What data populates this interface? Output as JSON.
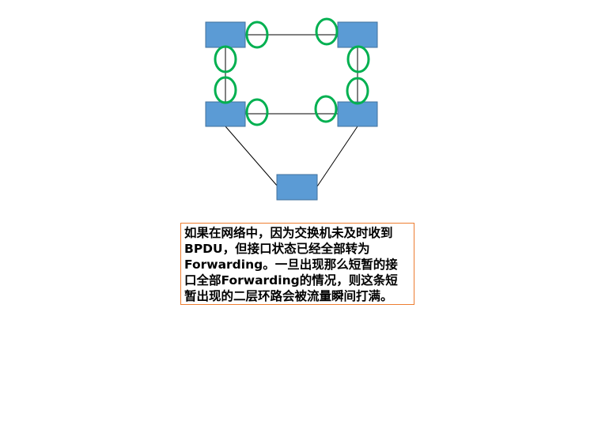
{
  "colors": {
    "switch_fill": "#5b9bd5",
    "port_marker": "#00b050",
    "link": "#000000",
    "note_border": "#ed7d31"
  },
  "diagram": {
    "nodes": [
      {
        "id": "switch-top-left",
        "shape": "rectangle"
      },
      {
        "id": "switch-top-right",
        "shape": "rectangle"
      },
      {
        "id": "switch-mid-left",
        "shape": "rectangle"
      },
      {
        "id": "switch-mid-right",
        "shape": "rectangle"
      },
      {
        "id": "switch-bottom",
        "shape": "rectangle"
      }
    ],
    "links": [
      {
        "from": "switch-top-left",
        "to": "switch-top-right",
        "marked_ports": 2
      },
      {
        "from": "switch-top-left",
        "to": "switch-mid-left",
        "marked_ports": 2
      },
      {
        "from": "switch-top-right",
        "to": "switch-mid-right",
        "marked_ports": 2
      },
      {
        "from": "switch-mid-left",
        "to": "switch-mid-right",
        "marked_ports": 2
      },
      {
        "from": "switch-mid-left",
        "to": "switch-bottom",
        "marked_ports": 0
      },
      {
        "from": "switch-mid-right",
        "to": "switch-bottom",
        "marked_ports": 0
      }
    ],
    "port_marker_icon": "green-ellipse"
  },
  "note": {
    "text": "如果在网络中，因为交换机未及时收到\nBPDU，但接口状态已经全部转为\nForwarding。一旦出现那么短暂的接\n口全部Forwarding的情况，则这条短\n暂出现的二层环路会被流量瞬间打满。"
  }
}
